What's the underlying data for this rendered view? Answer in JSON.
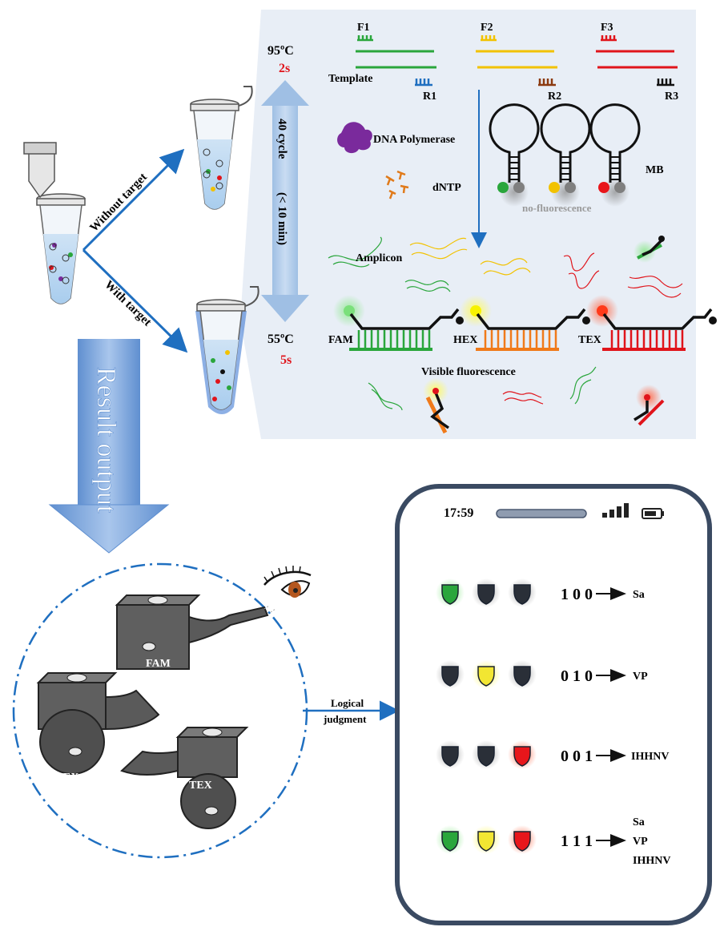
{
  "colors": {
    "panel": "#e8eef6",
    "green": "#2aa63c",
    "yellow": "#f2c200",
    "red": "#e0141b",
    "blue_arrow": "#1f6fc0",
    "black": "#111111",
    "bright_red": "#e8161b",
    "grey": "#8a8a8a",
    "fam_glow": "#7be07b",
    "hex_glow": "#f7f200",
    "tex_glow": "#ff5a3a",
    "orange": "#f07a1a",
    "brown": "#8b3a10"
  },
  "tubes": {
    "without_target": "Without target",
    "with_target": "With target"
  },
  "cycle": {
    "temp_high": "95ºC",
    "time_high": "2s",
    "temp_low": "55ºC",
    "time_low": "5s",
    "cycle_label": "40 cycle",
    "time_label": "(< 10 min)"
  },
  "primers": {
    "f1": "F1",
    "f2": "F2",
    "f3": "F3",
    "r1": "R1",
    "r2": "R2",
    "r3": "R3",
    "template": "Template"
  },
  "reagents": {
    "polymerase": "DNA Polymerase",
    "dntp": "dNTP",
    "mb": "MB",
    "no_fluorescence": "no-fluorescence",
    "amplicon": "Amplicon",
    "visible_fluorescence": "Visible fluorescence"
  },
  "fluorophores": {
    "fam": "FAM",
    "hex": "HEX",
    "tex": "TEX"
  },
  "result": {
    "arrow_label": "Result output",
    "logical": "Logical",
    "judgment": "judgment"
  },
  "devices": {
    "fam": "FAM",
    "hex": "HEX",
    "tex": "TEX"
  },
  "phone": {
    "time": "17:59",
    "rows": [
      {
        "code": "1 0 0",
        "targets": [
          "Sa"
        ]
      },
      {
        "code": "0 1 0",
        "targets": [
          "VP"
        ]
      },
      {
        "code": "0 0 1",
        "targets": [
          "IHHNV"
        ]
      },
      {
        "code": "1 1 1",
        "targets": [
          "Sa",
          "VP",
          "IHHNV"
        ]
      }
    ]
  }
}
